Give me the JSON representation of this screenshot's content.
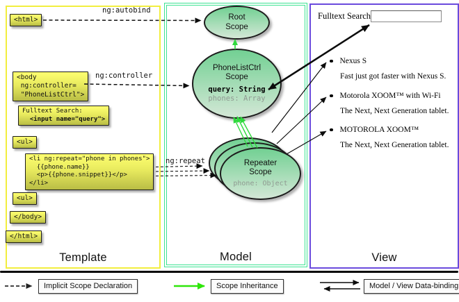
{
  "template_panel": {
    "label": "Template",
    "html_open": "<html>",
    "body_open": "<body\n ng:controller=\n \"PhoneListCtrl\">",
    "fulltext_line1": "Fulltext Search:",
    "fulltext_line2": "  <input name=\"query\">",
    "ul_open": "<ul>",
    "li_repeat": "<li ng:repeat=\"phone in phones\">\n  {{phone.name}}\n  <p>{{phone.snippet}}</p>\n</li>",
    "ul_close": "<ul>",
    "body_close": "</body>",
    "html_close": "</html>"
  },
  "arrow_labels": {
    "autobind": "ng:autobind",
    "controller": "ng:controller",
    "repeat": "ng:repeat"
  },
  "model_panel": {
    "label": "Model",
    "root_scope_title": "Root\nScope",
    "phonelist_title": "PhoneListCtrl\nScope",
    "phonelist_query": "query: String",
    "phonelist_phones": "phones: Array",
    "repeater_title": "Repeater\nScope",
    "repeater_phone": "phone: Object"
  },
  "view_panel": {
    "label": "View",
    "search_label": "Fulltext Search:",
    "search_value": "",
    "items": [
      {
        "name": "Nexus S",
        "snippet": "Fast just got faster with Nexus S."
      },
      {
        "name": "Motorola XOOM™  with Wi-Fi",
        "snippet": "The Next, Next Generation tablet."
      },
      {
        "name": "MOTOROLA XOOM™",
        "snippet": "The Next, Next Generation tablet."
      }
    ]
  },
  "legend": {
    "implicit": "Implicit Scope Declaration",
    "inheritance": "Scope Inheritance",
    "binding": "Model / View Data-binding"
  },
  "colors": {
    "template_border": "#f2ee3e",
    "model_border": "#3ce392",
    "view_border": "#6a4add",
    "scope_fill_top": "#72d093",
    "scope_fill_bottom": "#d3e7d6",
    "code_box_top": "#feff70",
    "code_box_bottom": "#b9bd45",
    "inheritance_green": "#2fd93d",
    "legend_green": "#2ee60a"
  }
}
